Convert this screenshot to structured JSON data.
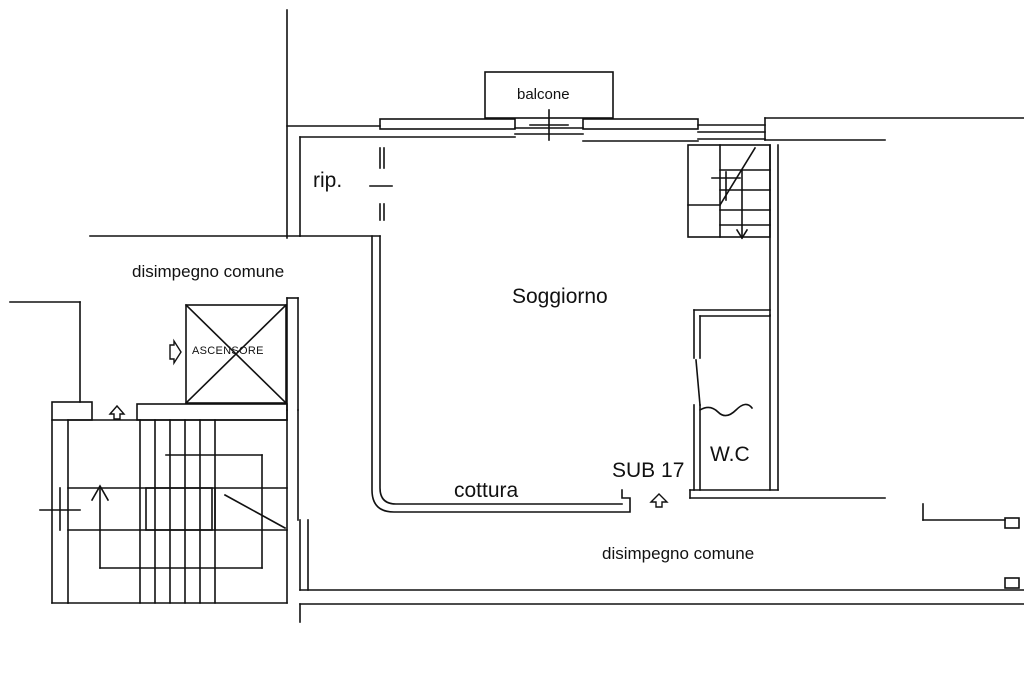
{
  "colors": {
    "line": "#111111",
    "background": "#ffffff"
  },
  "labels": {
    "balcone": "balcone",
    "rip": "rip.",
    "soggiorno": "Soggiorno",
    "disimpegno_top": "disimpegno comune",
    "disimpegno_bottom": "disimpegno comune",
    "ascensore": "ASCENSORE",
    "wc": "W.C",
    "sub": "SUB 17",
    "cottura": "cottura"
  },
  "icons": {
    "entrance_main": "arrow-up-outline-icon",
    "entrance_stair": "arrow-up-outline-icon",
    "lift_entry": "arrow-right-outline-icon",
    "stair_direction": "arrow-up-icon",
    "stair_down": "arrow-down-icon"
  }
}
